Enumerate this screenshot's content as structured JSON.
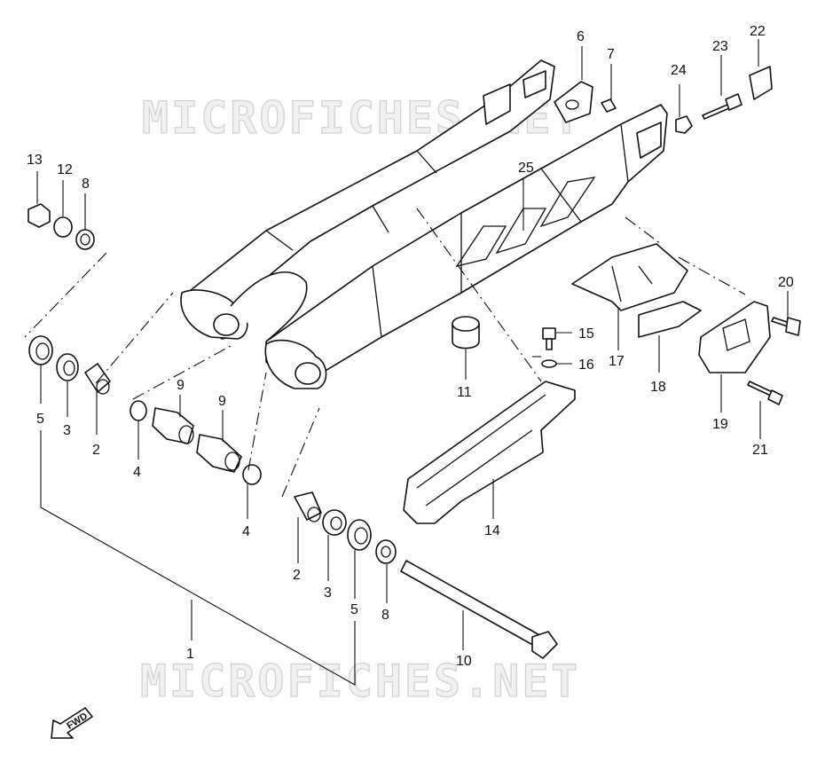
{
  "watermark": "MICROFICHES.NET",
  "fwd_label": "FWD",
  "callouts": {
    "p1": "1",
    "p2a": "2",
    "p2b": "2",
    "p3a": "3",
    "p3b": "3",
    "p4a": "4",
    "p4b": "4",
    "p5a": "5",
    "p5b": "5",
    "p6": "6",
    "p7": "7",
    "p8a": "8",
    "p8b": "8",
    "p9a": "9",
    "p9b": "9",
    "p10": "10",
    "p11": "11",
    "p12": "12",
    "p13": "13",
    "p14": "14",
    "p15": "15",
    "p16": "16",
    "p17": "17",
    "p18": "18",
    "p19": "19",
    "p20": "20",
    "p21": "21",
    "p22": "22",
    "p23": "23",
    "p24": "24",
    "p25": "25"
  },
  "colors": {
    "line": "#111111",
    "watermark_fill": "#f1f1f1",
    "watermark_stroke": "#d2d2d2",
    "background": "#ffffff"
  }
}
